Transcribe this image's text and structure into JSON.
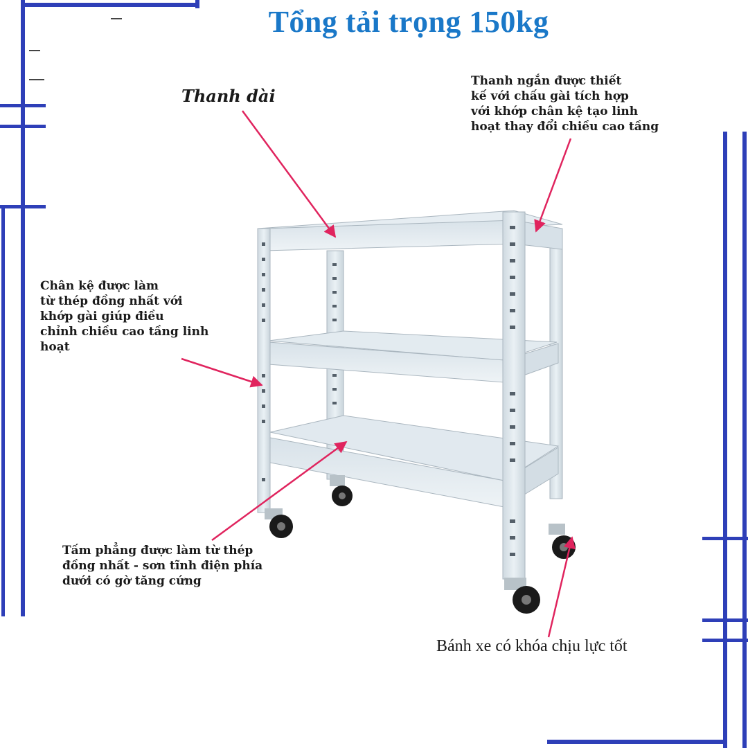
{
  "title": "Tổng tải trọng 150kg",
  "callouts": {
    "long_bar": "Thanh dài",
    "short_bar": "Thanh ngắn được thiết\nkế với chấu gài tích hợp\nvới khớp chân kệ tạo linh\nhoạt thay đổi chiều cao tầng",
    "legs": "Chân kệ được làm\ntừ thép đồng nhất với\nkhớp gài giúp điều\nchỉnh chiều cao tầng linh\nhoạt",
    "shelf_panel": "Tấm phẳng được làm từ thép\nđồng nhất - sơn tĩnh điện phía\n dưới có gờ tăng cứng",
    "wheels": "Bánh xe có khóa chịu lực tốt"
  },
  "colors": {
    "frame_blue": "#2e3fb8",
    "title_blue": "#1a78c8",
    "arrow_red": "#e0245e",
    "steel": "#dfe8ee"
  }
}
